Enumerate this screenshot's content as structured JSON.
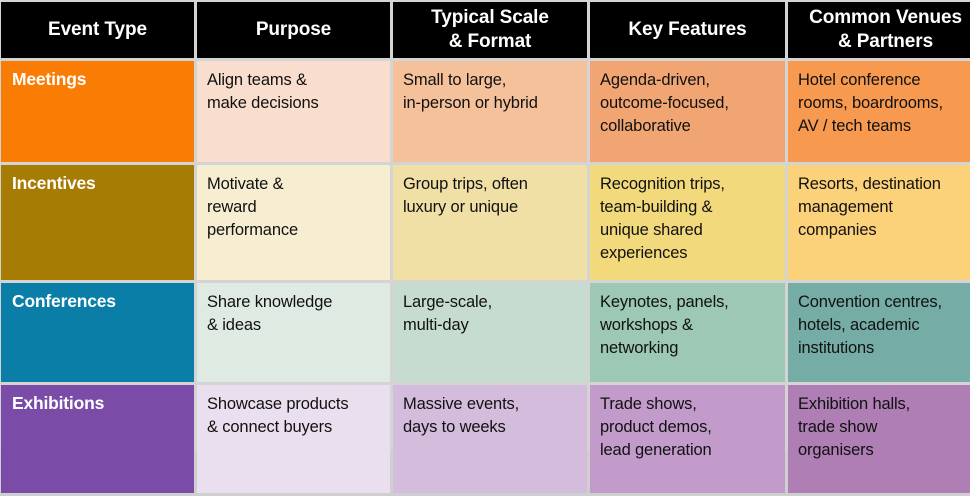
{
  "table": {
    "headers": [
      {
        "line1": "Event Type",
        "line2": ""
      },
      {
        "line1": "Purpose",
        "line2": ""
      },
      {
        "line1": "Typical Scale",
        "line2": "& Format"
      },
      {
        "line1": "Key Features",
        "line2": ""
      },
      {
        "line1": "Common Venues",
        "line2": "& Partners"
      }
    ],
    "rows": [
      {
        "category": "Meetings",
        "category_bg": "#F97C05",
        "purpose": [
          "Align teams &",
          "make decisions"
        ],
        "purpose_bg": "#F9DECD",
        "scale": [
          "Small to large,",
          "in-person or hybrid"
        ],
        "scale_bg": "#F5C19B",
        "features": [
          "Agenda-driven,",
          "outcome-focused,",
          "collaborative"
        ],
        "features_bg": "#F0A572",
        "venues": [
          "Hotel conference",
          "rooms, boardrooms,",
          "AV / tech teams"
        ],
        "venues_bg": "#F79A4F"
      },
      {
        "category": "Incentives",
        "category_bg": "#A67C05",
        "purpose": [
          "Motivate &",
          "reward",
          "performance"
        ],
        "purpose_bg": "#F7EED2",
        "scale": [
          "Group trips, often",
          "luxury or unique"
        ],
        "scale_bg": "#F0E0A6",
        "features": [
          "Recognition trips,",
          "team-building &",
          "unique shared",
          "experiences"
        ],
        "features_bg": "#F2D97B",
        "venues": [
          "Resorts, destination",
          "management",
          "companies"
        ],
        "venues_bg": "#FBD179"
      },
      {
        "category": "Conferences",
        "category_bg": "#0B7EA8",
        "purpose": [
          "Share knowledge",
          "& ideas"
        ],
        "purpose_bg": "#DFEAE3",
        "scale": [
          "Large-scale,",
          "multi-day"
        ],
        "scale_bg": "#C5DCCE",
        "features": [
          "Keynotes, panels,",
          "workshops &",
          "networking"
        ],
        "features_bg": "#9CC8B4",
        "venues": [
          "Convention centres,",
          "hotels, academic",
          "institutions"
        ],
        "venues_bg": "#76ACA6"
      },
      {
        "category": "Exhibitions",
        "category_bg": "#7A4CA8",
        "purpose": [
          "Showcase products",
          "& connect buyers"
        ],
        "purpose_bg": "#EADFEE",
        "scale": [
          "Massive events,",
          "days to weeks"
        ],
        "scale_bg": "#D4BCDC",
        "features": [
          "Trade shows,",
          "product demos,",
          "lead generation"
        ],
        "features_bg": "#C29BCA",
        "venues": [
          "Exhibition halls,",
          "trade show",
          "organisers"
        ],
        "venues_bg": "#AE7EB4"
      }
    ]
  }
}
